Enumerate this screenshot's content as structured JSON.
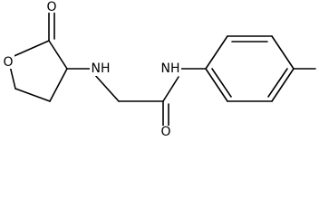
{
  "diagram": {
    "type": "chemical-structure",
    "atom_labels": {
      "lactone_carbonyl_oxygen": "O",
      "ring_oxygen": "O",
      "amine_nh": "NH",
      "amide_nh": "NH",
      "amide_carbonyl_oxygen": "O"
    }
  }
}
